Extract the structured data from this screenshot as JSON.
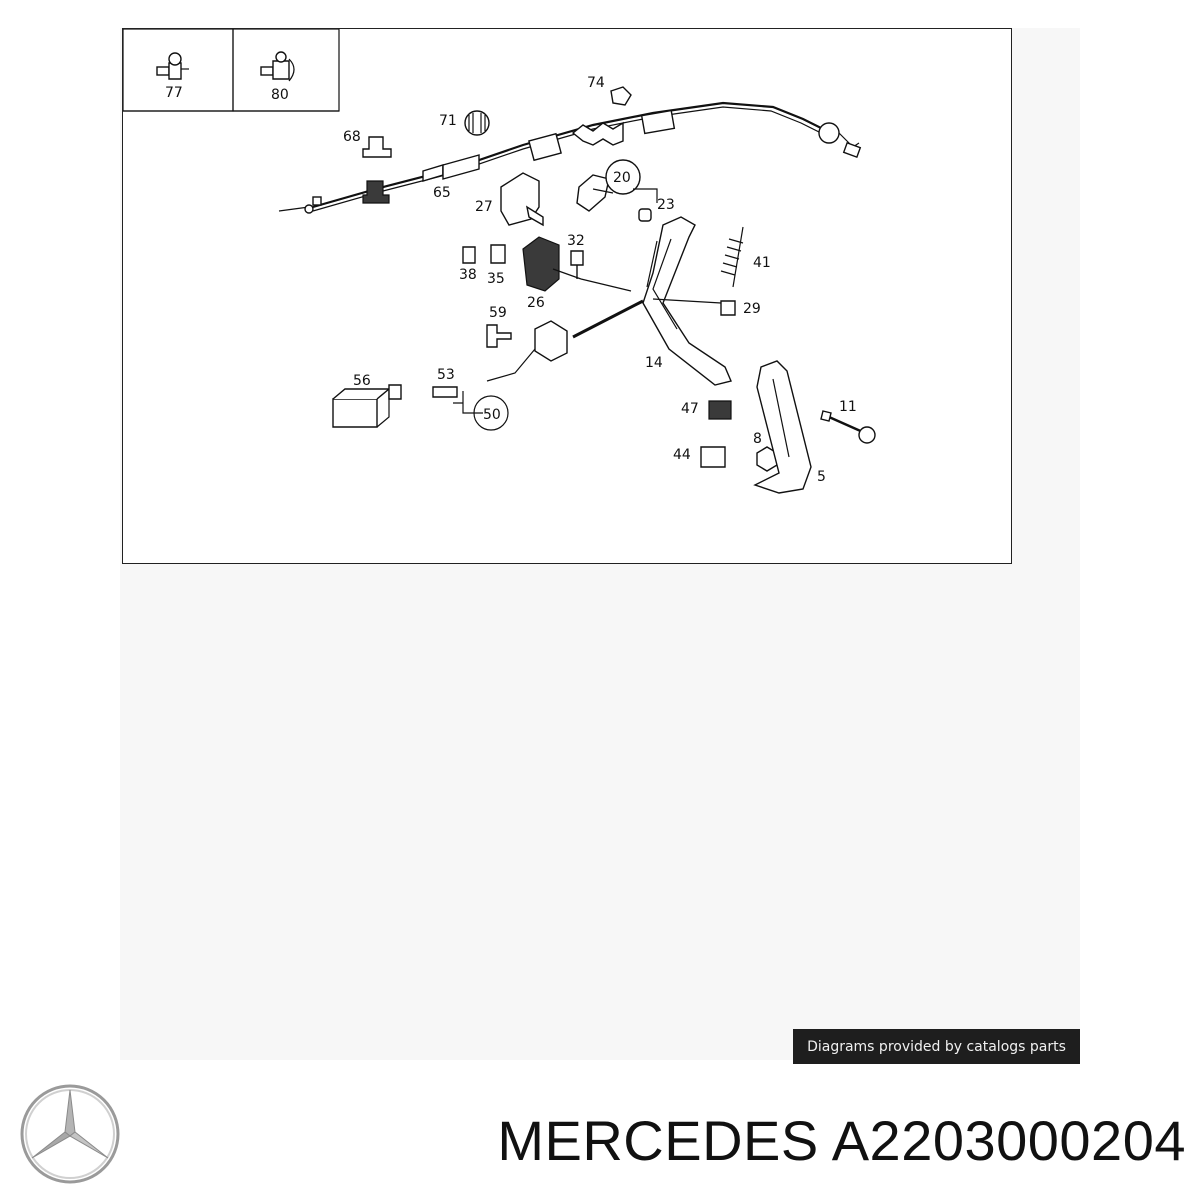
{
  "diagram": {
    "callouts": [
      {
        "id": "77",
        "label": "77"
      },
      {
        "id": "80",
        "label": "80"
      },
      {
        "id": "74",
        "label": "74"
      },
      {
        "id": "71",
        "label": "71"
      },
      {
        "id": "68",
        "label": "68"
      },
      {
        "id": "65",
        "label": "65"
      },
      {
        "id": "20",
        "label": "20"
      },
      {
        "id": "23",
        "label": "23"
      },
      {
        "id": "27",
        "label": "27"
      },
      {
        "id": "32",
        "label": "32"
      },
      {
        "id": "38",
        "label": "38"
      },
      {
        "id": "35",
        "label": "35"
      },
      {
        "id": "26",
        "label": "26"
      },
      {
        "id": "41",
        "label": "41"
      },
      {
        "id": "29",
        "label": "29"
      },
      {
        "id": "59",
        "label": "59"
      },
      {
        "id": "14",
        "label": "14"
      },
      {
        "id": "56",
        "label": "56"
      },
      {
        "id": "53",
        "label": "53"
      },
      {
        "id": "50",
        "label": "50"
      },
      {
        "id": "47",
        "label": "47"
      },
      {
        "id": "11",
        "label": "11"
      },
      {
        "id": "8",
        "label": "8"
      },
      {
        "id": "44",
        "label": "44"
      },
      {
        "id": "5",
        "label": "5"
      }
    ]
  },
  "credit": {
    "text": "Diagrams provided by catalogs parts"
  },
  "title": {
    "text": "MERCEDES A2203000204"
  },
  "logo": {
    "icon": "mercedes-star-icon"
  }
}
